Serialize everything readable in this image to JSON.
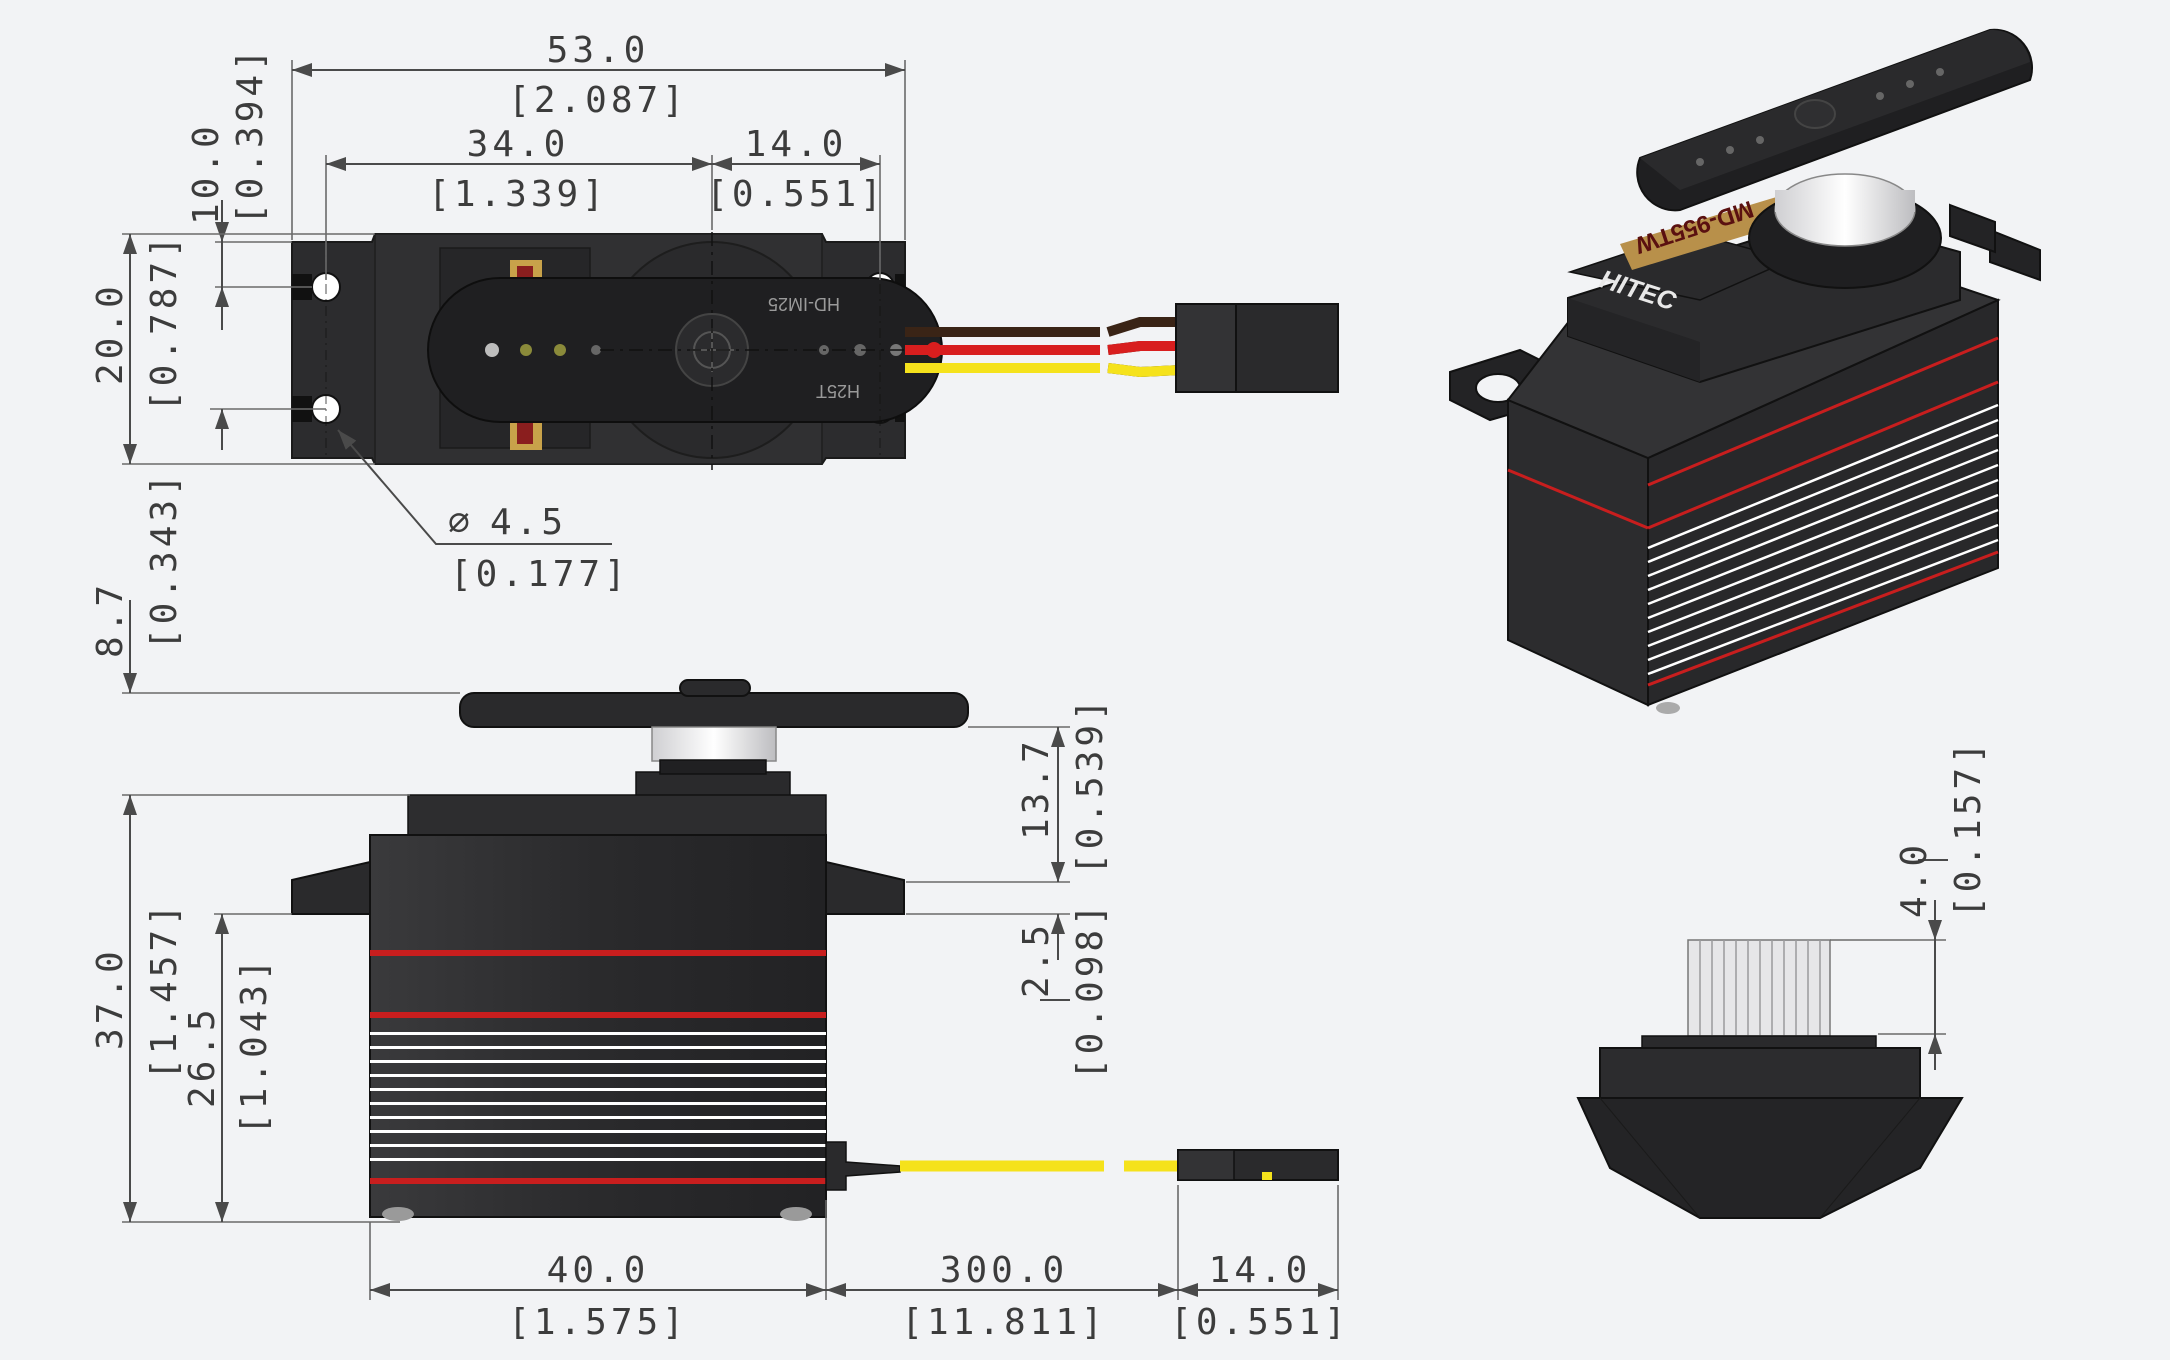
{
  "colors": {
    "background": "#f2f3f5",
    "servo_body": "#2c2c2e",
    "stripe_red": "#c81e1e",
    "stripe_white": "#ffffff",
    "wire_yellow": "#f5e21c",
    "wire_red": "#d81e1e",
    "wire_brown": "#3a2416",
    "dimension_line": "#4a4a4a"
  },
  "top_view": {
    "width_overall": {
      "mm": "53.0",
      "in": "[2.087]"
    },
    "mount_spacing": {
      "mm": "34.0",
      "in": "[1.339]"
    },
    "shaft_offset": {
      "mm": "14.0",
      "in": "[0.551]"
    },
    "edge_to_hole": {
      "mm": "10.0",
      "in": "[0.394]"
    },
    "body_width": {
      "mm": "20.0",
      "in": "[0.787]"
    },
    "hole_diameter": {
      "mm": "4.5",
      "in": "[0.177]"
    },
    "horn_text": "HD-IM25",
    "horn_text_2": "H25T"
  },
  "side_view": {
    "horn_height": {
      "mm": "8.7",
      "in": "[0.343]"
    },
    "total_height": {
      "mm": "37.0",
      "in": "[1.457]"
    },
    "flange_height": {
      "mm": "26.5",
      "in": "[1.043]"
    },
    "top_to_flange": {
      "mm": "13.7",
      "in": "[0.539]"
    },
    "flange_thickness": {
      "mm": "2.5",
      "in": "[0.098]"
    },
    "body_length": {
      "mm": "40.0",
      "in": "[1.575]"
    },
    "wire_length": {
      "mm": "300.0",
      "in": "[11.811]"
    },
    "connector_length": {
      "mm": "14.0",
      "in": "[0.551]"
    }
  },
  "spline_view": {
    "spline_height": {
      "mm": "4.0",
      "in": "[0.157]"
    }
  },
  "iso_view": {
    "brand": "HITEC",
    "model": "MD-955TW"
  }
}
